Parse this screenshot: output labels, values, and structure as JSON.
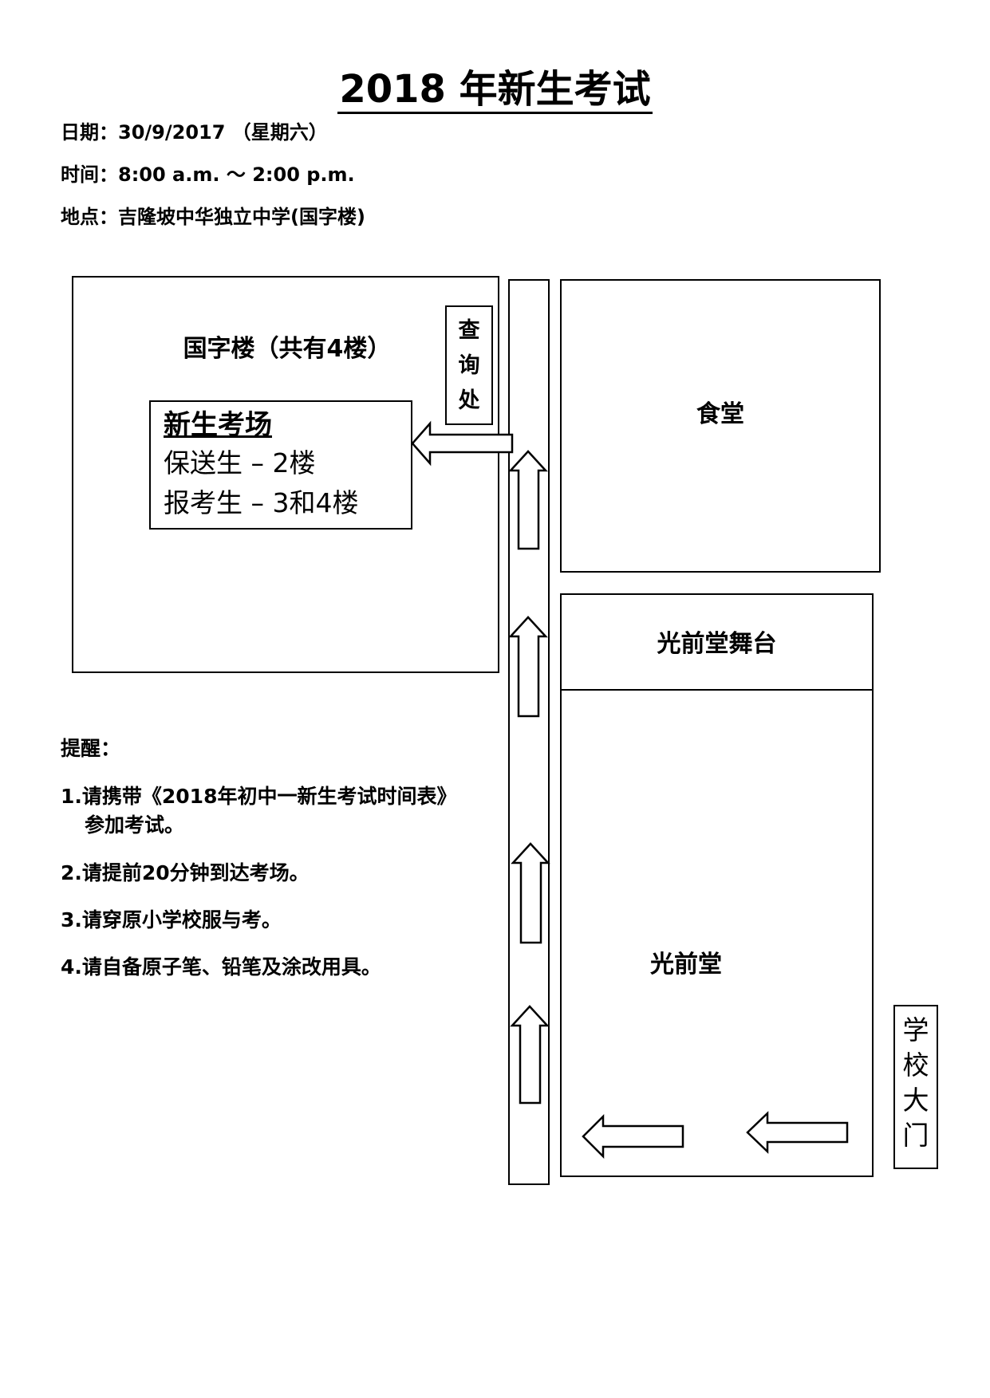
{
  "title": "2018 年新生考试",
  "info": {
    "date_label": "日期：",
    "date_value": "30/9/2017 （星期六）",
    "time_label": "时间：",
    "time_value": "8:00 a.m. ～ 2:00 p.m.",
    "place_label": "地点：",
    "place_value": "吉隆坡中华独立中学(国字楼)"
  },
  "map": {
    "building_label": "国字楼（共有4楼）",
    "exam_title": "新生考场",
    "exam_line1": "保送生 – 2楼",
    "exam_line2": "报考生 – 3和4楼",
    "enquiry": [
      "查",
      "询",
      "处"
    ],
    "canteen": "食堂",
    "stage": "光前堂舞台",
    "hall": "光前堂",
    "gate": [
      "学",
      "校",
      "大",
      "门"
    ]
  },
  "reminders": {
    "heading": "提醒：",
    "item1_line1": "1.请携带《2018年初中一新生考试时间表》",
    "item1_line2": "参加考试。",
    "item2": "2.请提前20分钟到达考场。",
    "item3": "3.请穿原小学校服与考。",
    "item4": "4.请自备原子笔、铅笔及涂改用具。"
  }
}
